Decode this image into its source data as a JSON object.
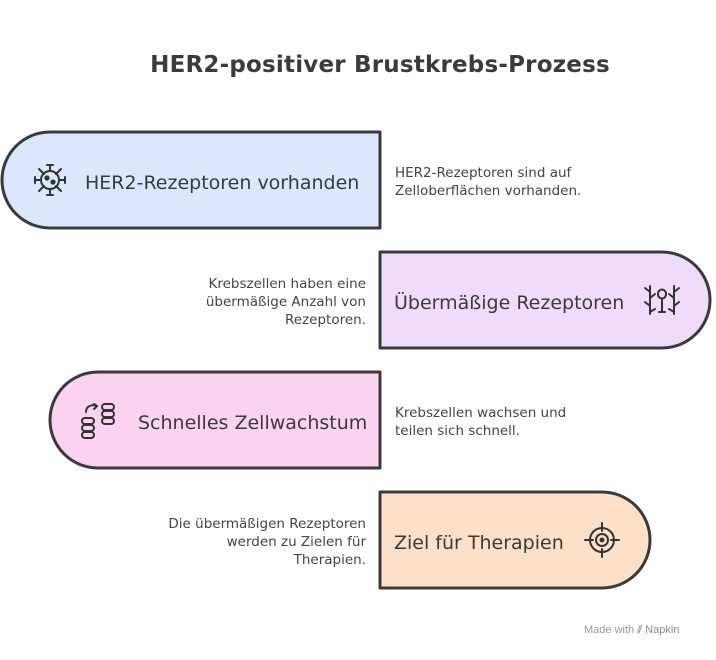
{
  "title": "HER2-positiver Brustkrebs-Prozess",
  "steps": [
    {
      "label": "HER2-Rezeptoren vorhanden",
      "description": [
        "HER2-Rezeptoren sind auf",
        "Zelloberflächen vorhanden."
      ],
      "icon": "cell-receptor-icon",
      "color": "#dbe7fd"
    },
    {
      "label": "Übermäßige Rezeptoren",
      "description": [
        "Krebszellen haben eine",
        "übermäßige Anzahl von",
        "Rezeptoren."
      ],
      "icon": "receptor-cluster-icon",
      "color": "#efdcfb"
    },
    {
      "label": "Schnelles Zellwachstum",
      "description": [
        "Krebszellen wachsen und",
        "teilen sich schnell."
      ],
      "icon": "cell-division-icon",
      "color": "#fbd3ee"
    },
    {
      "label": "Ziel für Therapien",
      "description": [
        "Die übermäßigen Rezeptoren",
        "werden zu Zielen für",
        "Therapien."
      ],
      "icon": "target-icon",
      "color": "#fde0c7"
    }
  ],
  "footer": {
    "made_with": "Made with",
    "brand": "Napkin"
  }
}
